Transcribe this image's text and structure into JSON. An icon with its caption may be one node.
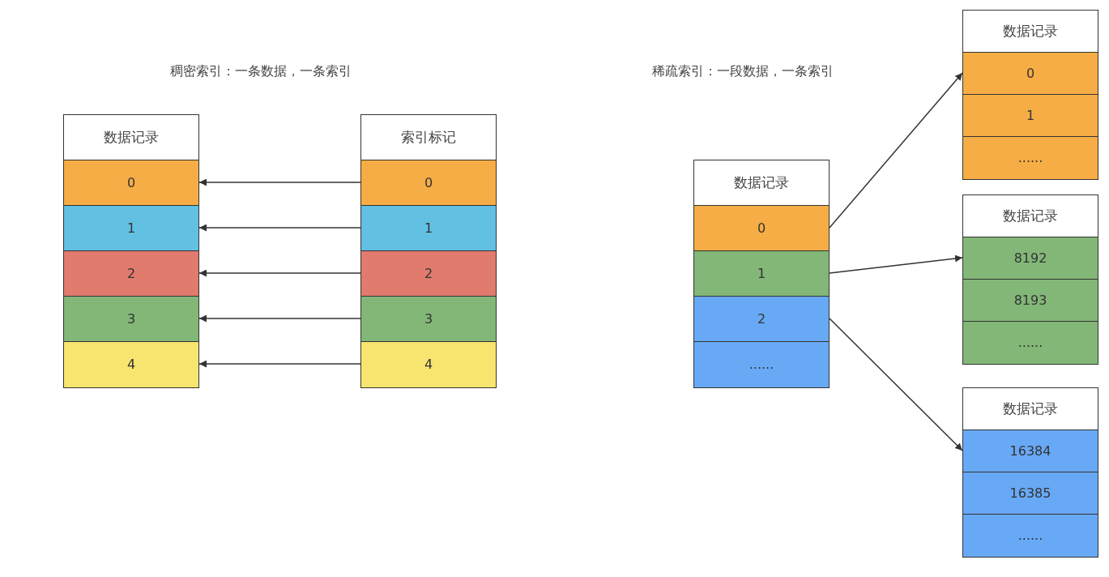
{
  "diagram": {
    "nodes": [
      {
        "text": [
          "数据记录"
        ]
      },
      {
        "text": [
          "0"
        ]
      },
      {
        "text": [
          "1"
        ]
      },
      {
        "text": [
          "2"
        ]
      },
      {
        "text": [
          "3"
        ]
      },
      {
        "text": [
          "4"
        ]
      },
      {
        "text": [
          "索引标记"
        ]
      },
      {
        "text": [
          "0"
        ]
      },
      {
        "text": [
          "1"
        ]
      },
      {
        "text": [
          "2"
        ]
      },
      {
        "text": [
          "3"
        ]
      },
      {
        "text": [
          "4"
        ]
      },
      {
        "text": [
          "数据记录"
        ]
      },
      {
        "text": [
          "0"
        ]
      },
      {
        "text": [
          "1"
        ]
      },
      {
        "text": [
          "2"
        ]
      },
      {
        "text": [
          "......"
        ]
      },
      {
        "text": [
          "数据记录"
        ]
      },
      {
        "text": [
          "0"
        ]
      },
      {
        "text": [
          "1"
        ]
      },
      {
        "text": [
          "......"
        ]
      },
      {
        "text": [
          "数据记录"
        ]
      },
      {
        "text": [
          "8192"
        ]
      },
      {
        "text": [
          "8193"
        ]
      },
      {
        "text": [
          "......"
        ]
      },
      {
        "text": [
          "数据记录"
        ]
      },
      {
        "text": [
          "16384"
        ]
      },
      {
        "text": [
          "16385"
        ]
      },
      {
        "text": [
          "......"
        ]
      }
    ],
    "edges": [
      {
        "from": 7,
        "to": 1,
        "arrow": "to"
      },
      {
        "from": 8,
        "to": 2,
        "arrow": "to"
      },
      {
        "from": 9,
        "to": 3,
        "arrow": "to"
      },
      {
        "from": 10,
        "to": 4,
        "arrow": "to"
      },
      {
        "from": 11,
        "to": 5,
        "arrow": "to"
      },
      {
        "from": 13,
        "to": 18,
        "arrow": "to"
      },
      {
        "from": 14,
        "to": 22,
        "arrow": "to"
      },
      {
        "from": 15,
        "to": 26,
        "arrow": "to"
      }
    ],
    "labels": [
      "稠密索引：一条数据，一条索引",
      "稀疏索引：一段数据，一条索引"
    ]
  }
}
